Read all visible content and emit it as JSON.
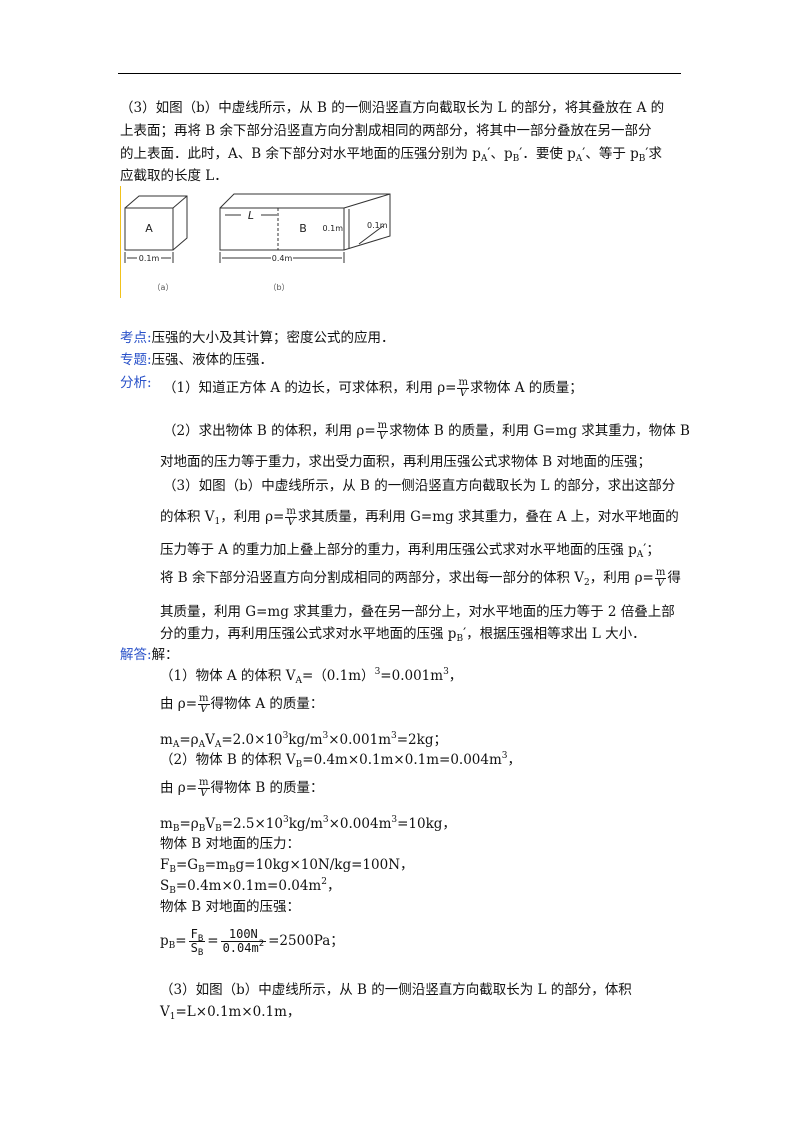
{
  "problem": {
    "line1": "（3）如图（b）中虚线所示，从 B 的一侧沿竖直方向截取长为 L 的部分，将其叠放在 A 的",
    "line2": "上表面；再将 B 余下部分沿竖直方向分割成相同的两部分，将其中一部分叠放在另一部分",
    "line3_a": "的上表面．此时，A、B 余下部分对水平地面的压强分别为 p",
    "line3_b": "A",
    "line3_c": "′、p",
    "line3_d": "B",
    "line3_e": "′．要使 p",
    "line3_f": "A",
    "line3_g": "′、等于 p",
    "line3_h": "B",
    "line3_i": "′求",
    "line4": "应截取的长度 L．"
  },
  "figure": {
    "box_a_label": "A",
    "box_b_label": "B",
    "l_label": "L",
    "dim_a": "0.1m",
    "dim_b_len": "0.4m",
    "dim_b_height": "0.1m",
    "dim_b_depth": "0.1m",
    "caption_a": "（a）",
    "caption_b": "（b）"
  },
  "meta": {
    "kaodian_label": "考点:",
    "kaodian_text": "压强的大小及其计算；密度公式的应用．",
    "zhuanti_label": "专题:",
    "zhuanti_text": "压强、液体的压强．",
    "fenxi_label": "分析:",
    "jieda_label": "解答:",
    "jieda_text": "解："
  },
  "analysis": {
    "a1_pre": "（1）知道正方体 A 的边长，可求体积，利用 ρ=",
    "a1_post": "求物体 A 的质量；",
    "a2_pre": "（2）求出物体 B 的体积，利用 ρ=",
    "a2_post": "求物体 B 的质量，利用 G=mg 求其重力，物体 B",
    "a2_line2": "对地面的压力等于重力，求出受力面积，再利用压强公式求物体 B 对地面的压强；",
    "a3_line1": "（3）如图（b）中虚线所示，从 B 的一侧沿竖直方向截取长为 L 的部分，求出这部分",
    "a3_line2_pre": "的体积 V",
    "a3_line2_sub": "1",
    "a3_line2_mid": "，利用 ρ=",
    "a3_line2_post": "求其质量，再利用 G=mg 求其重力，叠在 A 上，对水平地面的",
    "a3_line3_pre": "压力等于 A 的重力加上叠上部分的重力，再利用压强公式求对水平地面的压强 p",
    "a3_line3_sub": "A",
    "a3_line3_post": "′；",
    "a3_line4_pre": "将 B 余下部分沿竖直方向分割成相同的两部分，求出每一部分的体积 V",
    "a3_line4_sub": "2",
    "a3_line4_mid": "，利用 ρ=",
    "a3_line4_post": "得",
    "a3_line5": "其质量，利用 G=mg 求其重力，叠在另一部分上，对水平地面的压力等于 2 倍叠上部",
    "a3_line6_pre": "分的重力，再利用压强公式求对水平地面的压强 p",
    "a3_line6_sub": "B",
    "a3_line6_post": "′，根据压强相等求出 L 大小．",
    "frac_num": "m",
    "frac_den": "V"
  },
  "solution": {
    "s1": "（1）物体 A 的体积 V",
    "s1_sub": "A",
    "s1_mid": "=（0.1m）",
    "s1_sup": "3",
    "s1_mid2": "=0.001m",
    "s1_sup2": "3",
    "s1_end": "，",
    "s2_pre": "由 ρ=",
    "s2_post": "得物体 A 的质量：",
    "s3": "m",
    "s3_sub": "A",
    "s3_b": "=ρ",
    "s3_sub2": "A",
    "s3_c": "V",
    "s3_sub3": "A",
    "s3_d": "=2.0×10",
    "s3_sup": "3",
    "s3_e": "kg/m",
    "s3_sup2": "3",
    "s3_f": "×0.001m",
    "s3_sup3": "3",
    "s3_g": "=2kg；",
    "s4": "（2）物体 B 的体积 V",
    "s4_sub": "B",
    "s4_b": "=0.4m×0.1m×0.1m=0.004m",
    "s4_sup": "3",
    "s4_end": "，",
    "s5_pre": "由 ρ=",
    "s5_post": "得物体 B 的质量：",
    "s6": "m",
    "s6_sub": "B",
    "s6_b": "=ρ",
    "s6_sub2": "B",
    "s6_c": "V",
    "s6_sub3": "B",
    "s6_d": "=2.5×10",
    "s6_sup": "3",
    "s6_e": "kg/m",
    "s6_sup2": "3",
    "s6_f": "×0.004m",
    "s6_sup3": "3",
    "s6_g": "=10kg，",
    "s7": "物体 B 对地面的压力：",
    "s8": "F",
    "s8_sub": "B",
    "s8_b": "=G",
    "s8_sub2": "B",
    "s8_c": "=m",
    "s8_sub3": "B",
    "s8_d": "g=10kg×10N/kg=100N，",
    "s9": "S",
    "s9_sub": "B",
    "s9_b": "=0.4m×0.1m=0.04m",
    "s9_sup": "2",
    "s9_end": "，",
    "s10": "物体 B 对地面的压强：",
    "s11": "p",
    "s11_sub": "B",
    "s11_eq": "=",
    "s11_fn": "F",
    "s11_fn_sub": "B",
    "s11_fd": "S",
    "s11_fd_sub": "B",
    "s11_eq2": "=",
    "s11_vn": "100N",
    "s11_vd": "0.04m",
    "s11_vd_sup": "2",
    "s11_res": "=2500Pa；",
    "s12": "（3）如图（b）中虚线所示，从 B 的一侧沿竖直方向截取长为 L 的部分，体积",
    "s13": "V",
    "s13_sub": "1",
    "s13_b": "=L×0.1m×0.1m，"
  }
}
